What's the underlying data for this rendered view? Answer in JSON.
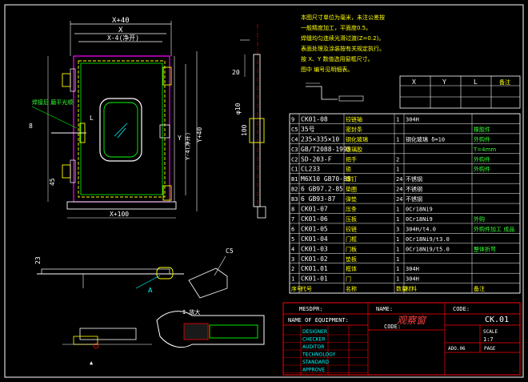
{
  "notes": [
    "本图尺寸单位为毫米，未注公差按",
    "一般精度加工，平面度0.5。",
    "焊缝均匀连续光滑过渡(Z=0.2)。",
    "表面处理及涂装按有关规定执行。",
    "按  X、Y  数值选用窗框尺寸。",
    "图中 编号见明细表。"
  ],
  "dim_table": {
    "headers": [
      "X",
      "Y",
      "L",
      "备注"
    ]
  },
  "front_dims": {
    "x_plus_40": "X+40",
    "x": "X",
    "x_minus_4": "X-4(净开)",
    "y": "Y",
    "y_minus_4": "Y-4(净开)",
    "y_plus_40": "Y+40",
    "x_plus_100": "X+100",
    "l": "L",
    "n8": "8",
    "n45": "45",
    "callout": "焊接后 磨平光顺"
  },
  "side_dims": {
    "d20": "20",
    "d10": "φ10",
    "d100": "100"
  },
  "lower_dims": {
    "d23": "23",
    "c5": "C5",
    "a_label": "A",
    "detail": "I 放大"
  },
  "bom": [
    {
      "no": "9",
      "code": "CK01-08",
      "name": "铰链轴",
      "qty": "1",
      "mat": "304H",
      "note": ""
    },
    {
      "no": "C5",
      "code": "35号",
      "name": "密封条",
      "qty": "",
      "mat": "",
      "note": "橡胶件"
    },
    {
      "no": "C4",
      "code": "235×335×10",
      "name": "钢化玻璃",
      "qty": "1",
      "mat": "钢化玻璃 δ=10",
      "note": "外购件"
    },
    {
      "no": "C3",
      "code": "GB/T2088-1995",
      "name": "玻璃胶",
      "qty": "",
      "mat": "",
      "note": "T=4mm"
    },
    {
      "no": "C2",
      "code": "SD-203-F",
      "name": "把手",
      "qty": "2",
      "mat": "",
      "note": "外购件"
    },
    {
      "no": "C1",
      "code": "CL233",
      "name": "锁",
      "qty": "1",
      "mat": "",
      "note": "外购件"
    },
    {
      "no": "B1",
      "code": "M6X10 GB70-85",
      "name": "螺钉",
      "qty": "24",
      "mat": "不锈钢",
      "note": ""
    },
    {
      "no": "B2",
      "code": "6 GB97.2-85",
      "name": "垫圈",
      "qty": "24",
      "mat": "不锈钢",
      "note": ""
    },
    {
      "no": "B3",
      "code": "6 GB93-87",
      "name": "弹垫",
      "qty": "24",
      "mat": "不锈钢",
      "note": ""
    },
    {
      "no": "8",
      "code": "CK01-07",
      "name": "压条",
      "qty": "1",
      "mat": "0Cr18Ni9",
      "note": ""
    },
    {
      "no": "7",
      "code": "CK01-06",
      "name": "压板",
      "qty": "1",
      "mat": "0Cr18Ni9",
      "note": "外购"
    },
    {
      "no": "6",
      "code": "CK01-05",
      "name": "铰链",
      "qty": "3",
      "mat": "304H/t4.0",
      "note": "外购件加工 成品"
    },
    {
      "no": "5",
      "code": "CK01-04",
      "name": "门框",
      "qty": "1",
      "mat": "0Cr18Ni9/t3.0",
      "note": ""
    },
    {
      "no": "4",
      "code": "CK01-03",
      "name": "门板",
      "qty": "1",
      "mat": "0Cr18Ni9/t5.0",
      "note": "整体折弯"
    },
    {
      "no": "3",
      "code": "CK01-02",
      "name": "垫板",
      "qty": "1",
      "mat": "",
      "note": ""
    },
    {
      "no": "2",
      "code": "CK01.01",
      "name": "框体",
      "qty": "1",
      "mat": "304H",
      "note": ""
    },
    {
      "no": "1",
      "code": "CK01-01",
      "name": "门",
      "qty": "1",
      "mat": "304H",
      "note": ""
    }
  ],
  "bom_header": [
    "序号",
    "代号",
    "名称",
    "数量",
    "材料",
    "备注"
  ],
  "title_block": {
    "mesdpr": "MESDPR:",
    "name_label": "NAME:",
    "code_label": "CODE:",
    "title": "观察窗",
    "code": "CK.01",
    "equipment": "NAME OF EQUIPMENT:",
    "scale_label": "SCALE",
    "scale": "1:7",
    "page_label": "PAGE",
    "ado": "ADO.06",
    "code_small": "CODE:",
    "roles": [
      "DESIGNER",
      "CHECKER",
      "AUDITOR",
      "TECHNOLOGY",
      "STANDARD",
      "APPROVE"
    ]
  }
}
